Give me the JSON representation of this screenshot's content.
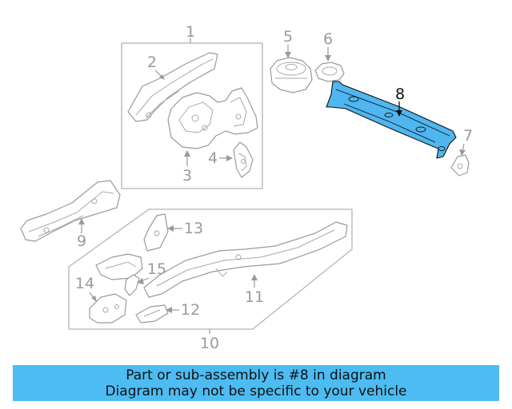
{
  "banner": {
    "line1": "Part or sub-assembly is #8 in diagram",
    "line2": "Diagram may not be specific to your vehicle"
  },
  "callouts": {
    "c1": "1",
    "c2": "2",
    "c3": "3",
    "c4": "4",
    "c5": "5",
    "c6": "6",
    "c7": "7",
    "c8": "8",
    "c9": "9",
    "c10": "10",
    "c11": "11",
    "c12": "12",
    "c13": "13",
    "c14": "14",
    "c15": "15"
  },
  "highlighted_part": "8",
  "colors": {
    "highlight_fill": "#4fb6ef",
    "banner_background": "#4cbcf2",
    "line_art": "#9a9a9a"
  }
}
